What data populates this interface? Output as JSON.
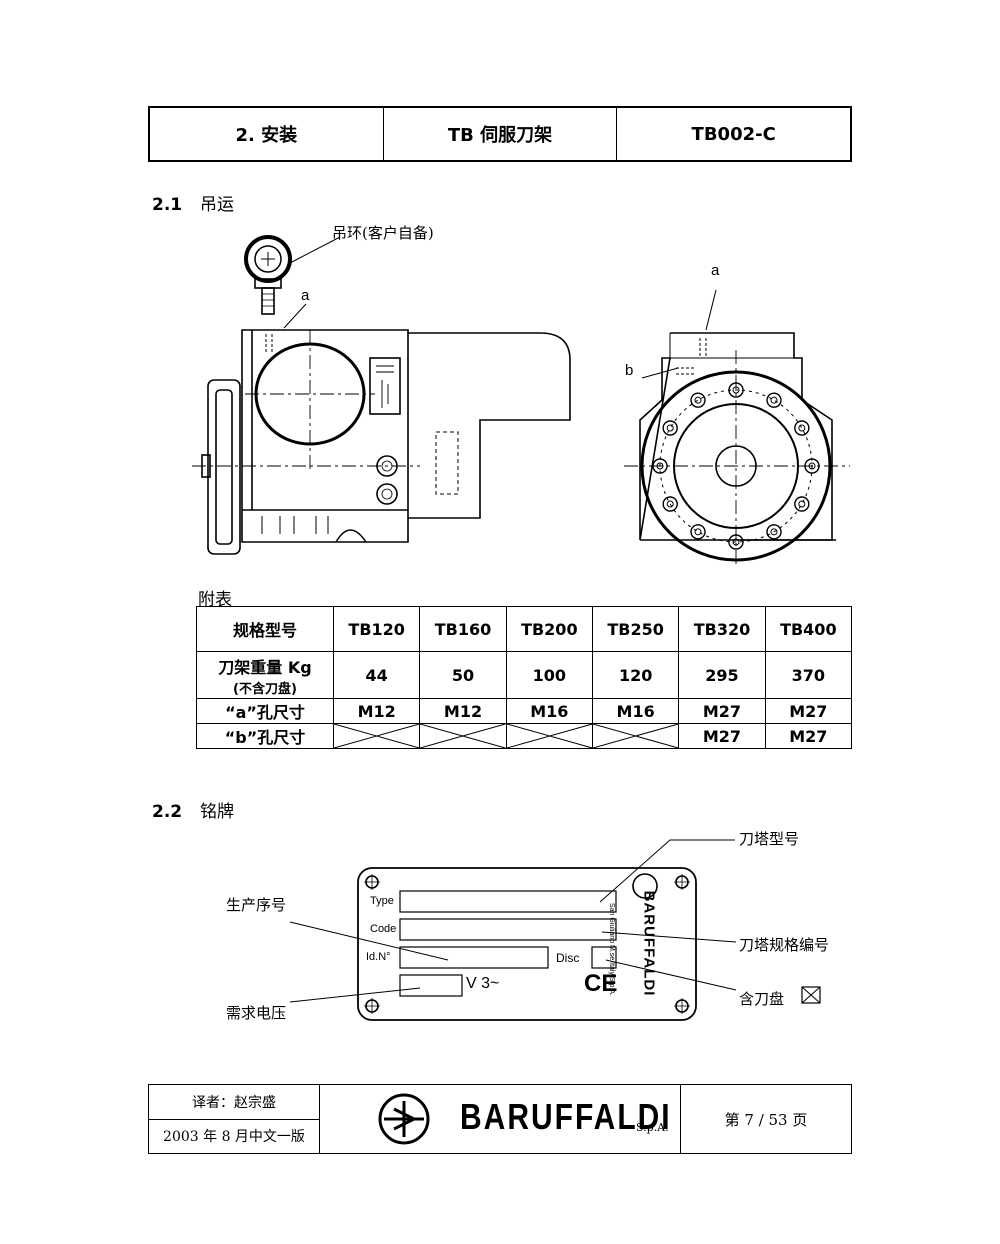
{
  "header": {
    "section": "2. 安装",
    "product": "TB 伺服刀架",
    "doc_code": "TB002-C"
  },
  "sec21": {
    "num": "2.1",
    "title": "吊运"
  },
  "drawing1": {
    "eyebolt_label": "吊环(客户自备)",
    "label_a_left": "a",
    "label_a_right": "a",
    "label_b": "b"
  },
  "table": {
    "caption": "附表",
    "header_row": "规格型号",
    "models": [
      "TB120",
      "TB160",
      "TB200",
      "TB250",
      "TB320",
      "TB400"
    ],
    "weight_label": "刀架重量  Kg",
    "weight_sub": "(不含刀盘)",
    "weights": [
      "44",
      "50",
      "100",
      "120",
      "295",
      "370"
    ],
    "a_label": "“a”孔尺寸",
    "a_sizes": [
      "M12",
      "M12",
      "M16",
      "M16",
      "M27",
      "M27"
    ],
    "b_label": "“b”孔尺寸",
    "b_sizes": [
      "",
      "",
      "",
      "",
      "M27",
      "M27"
    ]
  },
  "sec22": {
    "num": "2.2",
    "title": "铭牌"
  },
  "nameplate": {
    "label_model": "刀塔型号",
    "label_serial": "生产序号",
    "label_spec_code": "刀塔规格编号",
    "label_disc": "含刀盘",
    "label_voltage": "需求电压",
    "field_type": "Type",
    "field_code": "Code",
    "field_id": "Id.N°",
    "field_disc": "Disc",
    "voltage_text": "V  3~",
    "ce": "CE",
    "brand_vertical": "BARUFFALDI",
    "brand_small": "San Giuliano M.se Italy S.p.A."
  },
  "footer": {
    "translator": "译者：赵宗盛",
    "edition": "2003 年 8 月中文一版",
    "brand": "BARUFFALDI",
    "brand_suffix": "S.p.A.",
    "page": "第  7 / 53 页"
  }
}
